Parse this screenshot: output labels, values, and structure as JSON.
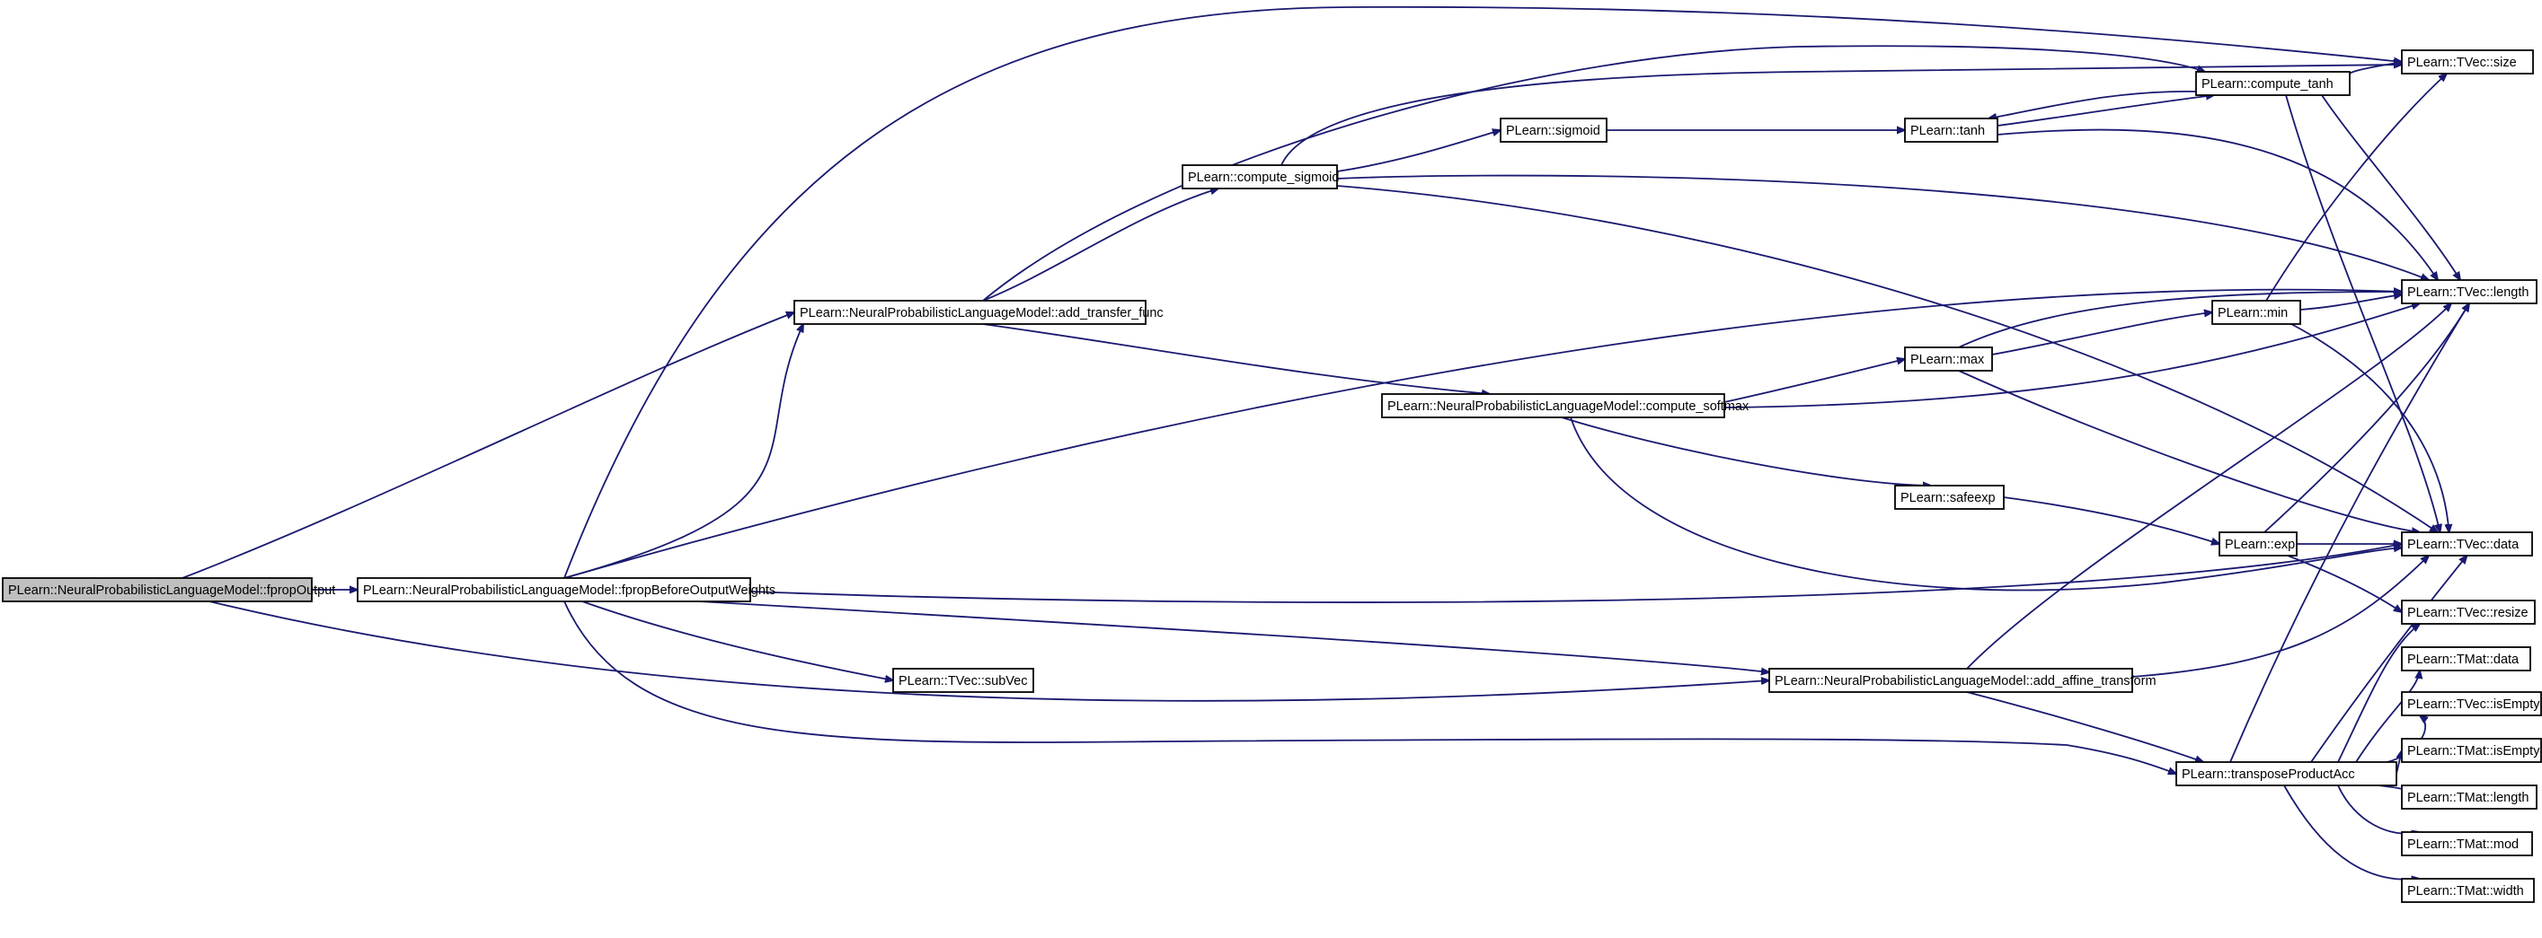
{
  "graph": {
    "nodes": [
      {
        "id": "fpropOutput",
        "label": "PLearn::NeuralProbabilisticLanguageModel::fpropOutput",
        "root": true
      },
      {
        "id": "fpropBefore",
        "label": "PLearn::NeuralProbabilisticLanguageModel::fpropBeforeOutputWeights"
      },
      {
        "id": "addTransfer",
        "label": "PLearn::NeuralProbabilisticLanguageModel::add_transfer_func"
      },
      {
        "id": "computeSigmoid",
        "label": "PLearn::compute_sigmoid"
      },
      {
        "id": "sigmoid",
        "label": "PLearn::sigmoid"
      },
      {
        "id": "tanh",
        "label": "PLearn::tanh"
      },
      {
        "id": "computeTanh",
        "label": "PLearn::compute_tanh"
      },
      {
        "id": "vecSize",
        "label": "PLearn::TVec::size"
      },
      {
        "id": "vecLength",
        "label": "PLearn::TVec::length"
      },
      {
        "id": "computeSoftmax",
        "label": "PLearn::NeuralProbabilisticLanguageModel::compute_softmax"
      },
      {
        "id": "max",
        "label": "PLearn::max"
      },
      {
        "id": "min",
        "label": "PLearn::min"
      },
      {
        "id": "safeexp",
        "label": "PLearn::safeexp"
      },
      {
        "id": "exp",
        "label": "PLearn::exp"
      },
      {
        "id": "vecData",
        "label": "PLearn::TVec::data"
      },
      {
        "id": "vecResize",
        "label": "PLearn::TVec::resize"
      },
      {
        "id": "subVec",
        "label": "PLearn::TVec::subVec"
      },
      {
        "id": "addAffine",
        "label": "PLearn::NeuralProbabilisticLanguageModel::add_affine_transform"
      },
      {
        "id": "transposeProductAcc",
        "label": "PLearn::transposeProductAcc"
      },
      {
        "id": "matData",
        "label": "PLearn::TMat::data"
      },
      {
        "id": "vecIsEmpty",
        "label": "PLearn::TVec::isEmpty"
      },
      {
        "id": "matIsEmpty",
        "label": "PLearn::TMat::isEmpty"
      },
      {
        "id": "matLength",
        "label": "PLearn::TMat::length"
      },
      {
        "id": "matMod",
        "label": "PLearn::TMat::mod"
      },
      {
        "id": "matWidth",
        "label": "PLearn::TMat::width"
      }
    ],
    "edges": [
      [
        "fpropOutput",
        "addTransfer"
      ],
      [
        "fpropOutput",
        "fpropBefore"
      ],
      [
        "fpropOutput",
        "addAffine"
      ],
      [
        "fpropBefore",
        "addTransfer"
      ],
      [
        "fpropBefore",
        "vecSize"
      ],
      [
        "fpropBefore",
        "vecLength"
      ],
      [
        "fpropBefore",
        "vecData"
      ],
      [
        "fpropBefore",
        "subVec"
      ],
      [
        "fpropBefore",
        "addAffine"
      ],
      [
        "fpropBefore",
        "transposeProductAcc"
      ],
      [
        "addTransfer",
        "computeSigmoid"
      ],
      [
        "addTransfer",
        "computeTanh"
      ],
      [
        "addTransfer",
        "computeSoftmax"
      ],
      [
        "computeSigmoid",
        "sigmoid"
      ],
      [
        "computeSigmoid",
        "vecSize"
      ],
      [
        "computeSigmoid",
        "vecLength"
      ],
      [
        "computeSigmoid",
        "vecData"
      ],
      [
        "sigmoid",
        "tanh"
      ],
      [
        "tanh",
        "computeTanh"
      ],
      [
        "tanh",
        "vecLength"
      ],
      [
        "computeTanh",
        "tanh"
      ],
      [
        "computeTanh",
        "vecSize"
      ],
      [
        "computeTanh",
        "vecLength"
      ],
      [
        "computeTanh",
        "vecData"
      ],
      [
        "computeSoftmax",
        "max"
      ],
      [
        "computeSoftmax",
        "vecLength"
      ],
      [
        "computeSoftmax",
        "safeexp"
      ],
      [
        "computeSoftmax",
        "vecData"
      ],
      [
        "max",
        "min"
      ],
      [
        "max",
        "vecLength"
      ],
      [
        "max",
        "vecData"
      ],
      [
        "min",
        "vecSize"
      ],
      [
        "min",
        "vecLength"
      ],
      [
        "min",
        "vecData"
      ],
      [
        "safeexp",
        "exp"
      ],
      [
        "exp",
        "vecLength"
      ],
      [
        "exp",
        "vecData"
      ],
      [
        "exp",
        "vecResize"
      ],
      [
        "addAffine",
        "vecLength"
      ],
      [
        "addAffine",
        "vecData"
      ],
      [
        "addAffine",
        "transposeProductAcc"
      ],
      [
        "transposeProductAcc",
        "vecLength"
      ],
      [
        "transposeProductAcc",
        "vecData"
      ],
      [
        "transposeProductAcc",
        "vecResize"
      ],
      [
        "transposeProductAcc",
        "matData"
      ],
      [
        "transposeProductAcc",
        "vecIsEmpty"
      ],
      [
        "transposeProductAcc",
        "matIsEmpty"
      ],
      [
        "transposeProductAcc",
        "matLength"
      ],
      [
        "transposeProductAcc",
        "matMod"
      ],
      [
        "transposeProductAcc",
        "matWidth"
      ]
    ]
  }
}
